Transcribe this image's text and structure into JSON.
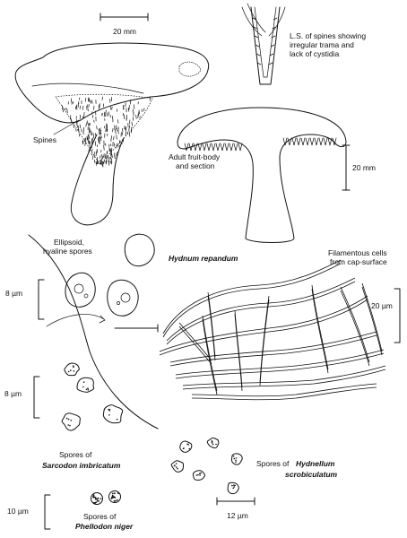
{
  "scales": {
    "top": "20 mm",
    "section": "20 mm",
    "spores_a": "8 µm",
    "hyphae": "20 µm",
    "spores_b": "8 µm",
    "spores_c": "10 µm",
    "spores_d": "12 µm"
  },
  "labels": {
    "ls_line1": "L.S. of spines showing",
    "ls_line2": "irregular trama and",
    "ls_line3": "lack of cystidia",
    "spines": "Spines",
    "adult_line1": "Adult fruit-body",
    "adult_line2": "and section",
    "ellipsoid_line1": "Ellipsoid,",
    "ellipsoid_line2": "hyaline spores",
    "species_main": "Hydnum repandum",
    "filament_line1": "Filamentous cells",
    "filament_line2": "from cap-surface",
    "sarcodon_line1": "Spores of",
    "sarcodon_line2": "Sarcodon imbricatum",
    "hydnellum_line1": "Spores of",
    "hydnellum_species_a": "Hydnellum",
    "hydnellum_species_b": "scrobiculatum",
    "phellodon_line1": "Spores of",
    "phellodon_line2": "Phellodon niger"
  }
}
